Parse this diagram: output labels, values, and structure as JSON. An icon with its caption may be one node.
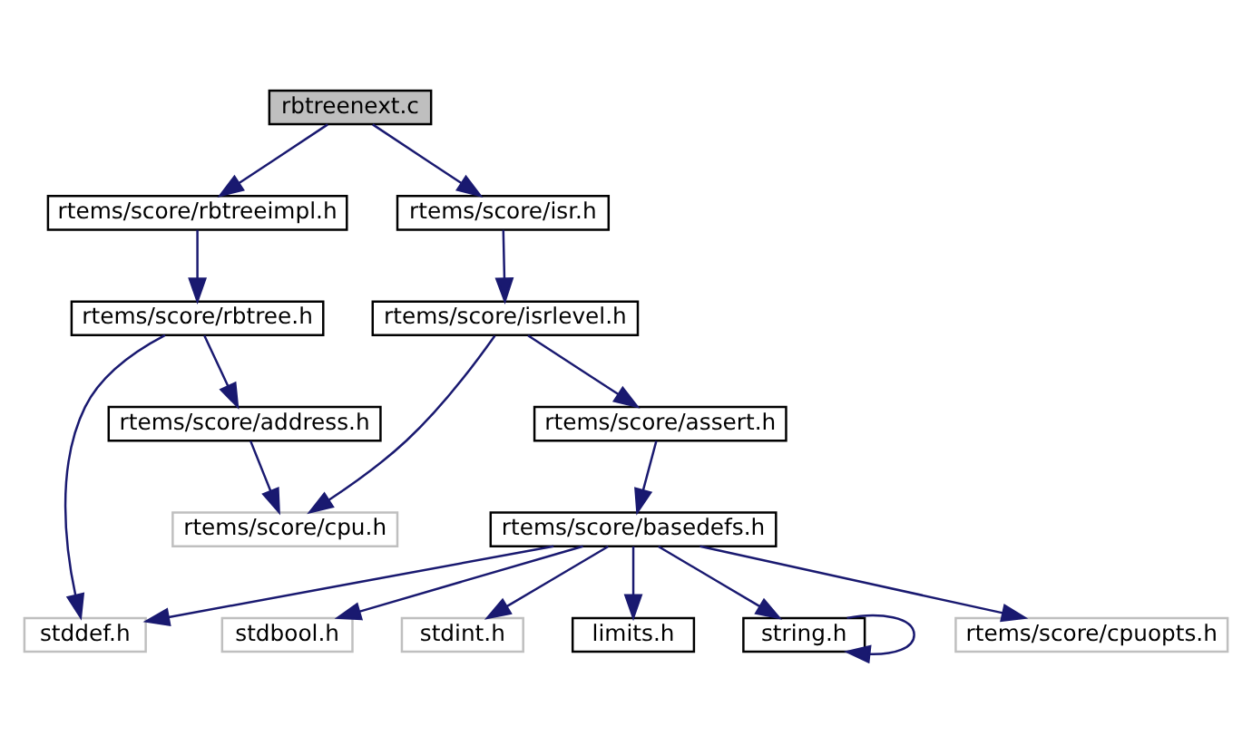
{
  "diagram": {
    "nodes": [
      {
        "text": [
          "rbtreenext.c"
        ]
      },
      {
        "text": [
          "rtems/score/rbtreeimpl.h"
        ]
      },
      {
        "text": [
          "rtems/score/isr.h"
        ]
      },
      {
        "text": [
          "rtems/score/rbtree.h"
        ]
      },
      {
        "text": [
          "rtems/score/isrlevel.h"
        ]
      },
      {
        "text": [
          "rtems/score/address.h"
        ]
      },
      {
        "text": [
          "rtems/score/assert.h"
        ]
      },
      {
        "text": [
          "rtems/score/cpu.h"
        ]
      },
      {
        "text": [
          "rtems/score/basedefs.h"
        ]
      },
      {
        "text": [
          "stddef.h"
        ]
      },
      {
        "text": [
          "rtems/score/cpuopts.h"
        ]
      },
      {
        "text": [
          "stdbool.h"
        ]
      },
      {
        "text": [
          "stdint.h"
        ]
      },
      {
        "text": [
          "limits.h"
        ]
      },
      {
        "text": [
          "string.h"
        ]
      }
    ],
    "edges": [
      {
        "from": 0,
        "to": 1,
        "arrow": "to"
      },
      {
        "from": 0,
        "to": 2,
        "arrow": "to"
      },
      {
        "from": 1,
        "to": 3,
        "arrow": "to"
      },
      {
        "from": 2,
        "to": 4,
        "arrow": "to"
      },
      {
        "from": 3,
        "to": 9,
        "arrow": "to"
      },
      {
        "from": 3,
        "to": 5,
        "arrow": "to"
      },
      {
        "from": 4,
        "to": 7,
        "arrow": "to"
      },
      {
        "from": 4,
        "to": 6,
        "arrow": "to"
      },
      {
        "from": 5,
        "to": 7,
        "arrow": "to"
      },
      {
        "from": 6,
        "to": 8,
        "arrow": "to"
      },
      {
        "from": 8,
        "to": 9,
        "arrow": "to"
      },
      {
        "from": 8,
        "to": 10,
        "arrow": "to"
      },
      {
        "from": 8,
        "to": 11,
        "arrow": "to"
      },
      {
        "from": 8,
        "to": 12,
        "arrow": "to"
      },
      {
        "from": 8,
        "to": 13,
        "arrow": "to"
      },
      {
        "from": 8,
        "to": 14,
        "arrow": "to"
      },
      {
        "from": 14,
        "to": 14,
        "arrow": "to"
      }
    ]
  }
}
